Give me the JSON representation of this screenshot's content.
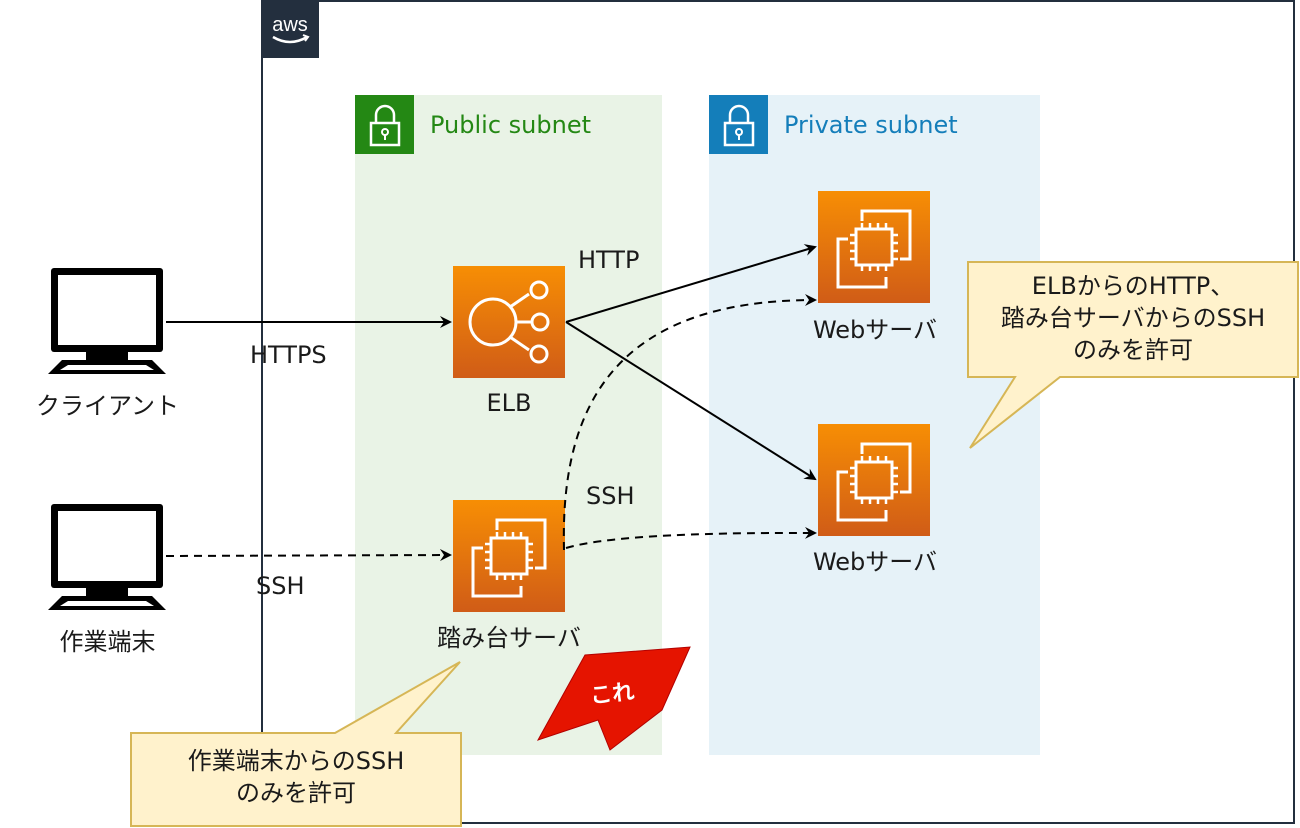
{
  "cloud": {
    "provider_badge": "aws",
    "icon": "aws-logo-icon"
  },
  "subnets": {
    "public": {
      "title": "Public subnet",
      "icon": "lock-icon",
      "color": "#248814",
      "fill": "#e9f3e6"
    },
    "private": {
      "title": "Private subnet",
      "icon": "lock-icon",
      "color": "#147eba",
      "fill": "#e6f2f8"
    }
  },
  "nodes": {
    "client": {
      "label": "クライアント",
      "icon": "desktop-computer-icon"
    },
    "workstation": {
      "label": "作業端末",
      "icon": "desktop-computer-icon"
    },
    "elb": {
      "label": "ELB",
      "icon": "elastic-load-balancer-icon"
    },
    "bastion": {
      "label": "踏み台サーバ",
      "icon": "ec2-instance-icon"
    },
    "web1": {
      "label": "Webサーバ",
      "icon": "ec2-instance-icon"
    },
    "web2": {
      "label": "Webサーバ",
      "icon": "ec2-instance-icon"
    }
  },
  "connections": {
    "https": "HTTPS",
    "http": "HTTP",
    "ssh_in": "SSH",
    "ssh_internal": "SSH"
  },
  "callouts": {
    "web": [
      "ELBからのHTTP、",
      "踏み台サーバからのSSH",
      "のみを許可"
    ],
    "bastion": [
      "作業端末からのSSH",
      "のみを許可"
    ]
  },
  "highlight_arrow": {
    "label": "これ",
    "color": "#e51400"
  },
  "colors": {
    "aws_dark": "#232f3e",
    "service_orange_top": "#f78e04",
    "service_orange_bottom": "#d05c17",
    "callout_fill": "#fff2cc",
    "callout_stroke": "#d6b656"
  }
}
